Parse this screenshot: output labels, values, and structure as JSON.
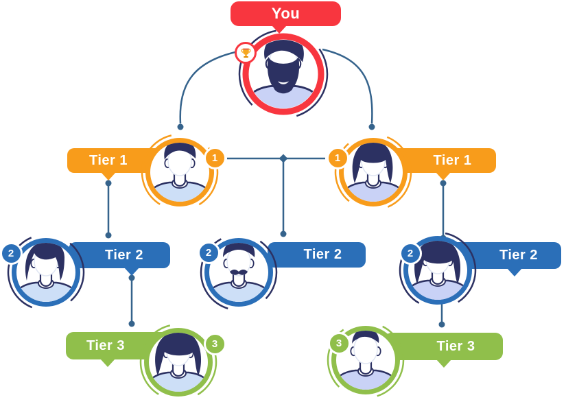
{
  "root": {
    "label": "You",
    "badge_icon": "trophy-icon"
  },
  "nodes": [
    {
      "id": "tier1-left",
      "label": "Tier 1",
      "badge": "1"
    },
    {
      "id": "tier1-right",
      "label": "Tier 1",
      "badge": "1"
    },
    {
      "id": "tier2-left",
      "label": "Tier 2",
      "badge": "2"
    },
    {
      "id": "tier2-middle",
      "label": "Tier 2",
      "badge": "2"
    },
    {
      "id": "tier2-right",
      "label": "Tier 2",
      "badge": "2"
    },
    {
      "id": "tier3-left",
      "label": "Tier 3",
      "badge": "3"
    },
    {
      "id": "tier3-right",
      "label": "Tier 3",
      "badge": "3"
    }
  ],
  "colors": {
    "you_red": "#F8363F",
    "tier1_orange": "#F89C1B",
    "tier2_blue": "#2B6FB8",
    "tier3_green": "#90BF4B",
    "connector_blue": "#35638C",
    "hair_navy": "#2C3162"
  }
}
